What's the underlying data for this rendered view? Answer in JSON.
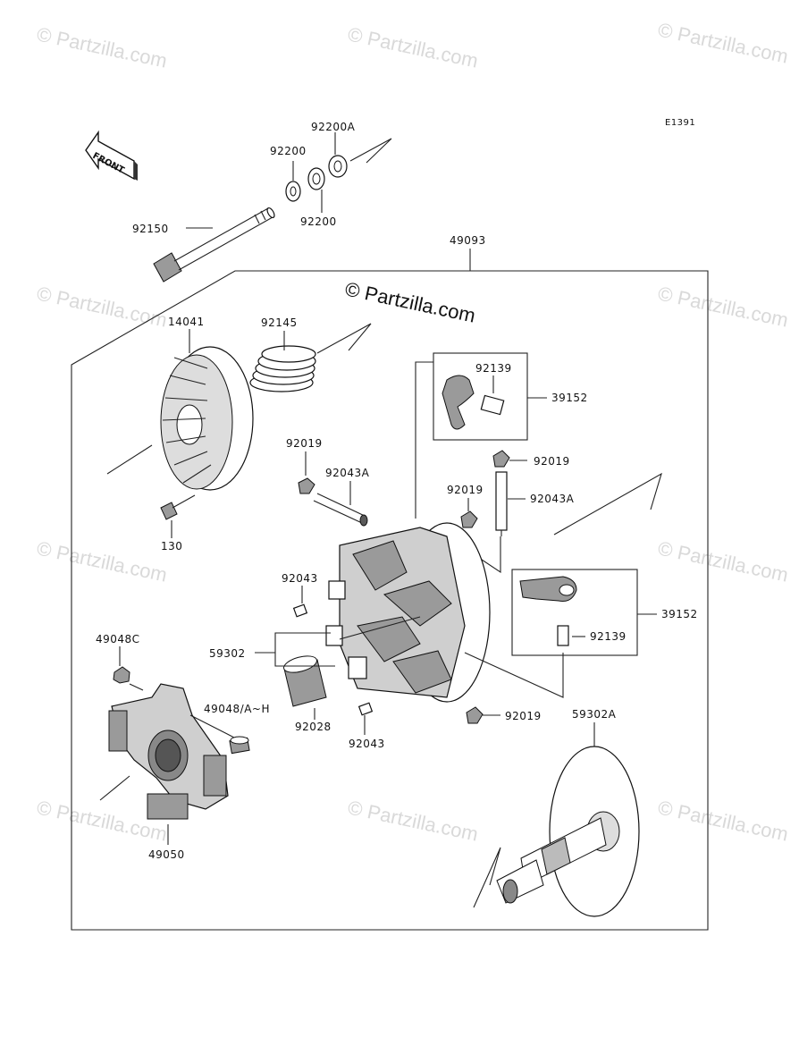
{
  "diagram_code": "E1391",
  "front_label": "FRONT",
  "watermark": "© Partzilla.com",
  "main_watermark": "© Partzilla.com",
  "parts": {
    "p92200A": "92200A",
    "p92200_top": "92200",
    "p92200_bottom": "92200",
    "p92150": "92150",
    "p49093": "49093",
    "p14041": "14041",
    "p92145": "92145",
    "p92139_top": "92139",
    "p39152_top": "39152",
    "p92019_a": "92019",
    "p92043A_a": "92043A",
    "p92019_b": "92019",
    "p92019_c": "92019",
    "p92043A_b": "92043A",
    "p130": "130",
    "p92043_a": "92043",
    "p39152_bottom": "39152",
    "p92139_bottom": "92139",
    "p49048C": "49048C",
    "p59302": "59302",
    "p49048AH": "49048/A~H",
    "p92028": "92028",
    "p92019_d": "92019",
    "p59302A": "59302A",
    "p92043_b": "92043",
    "p49050": "49050"
  }
}
